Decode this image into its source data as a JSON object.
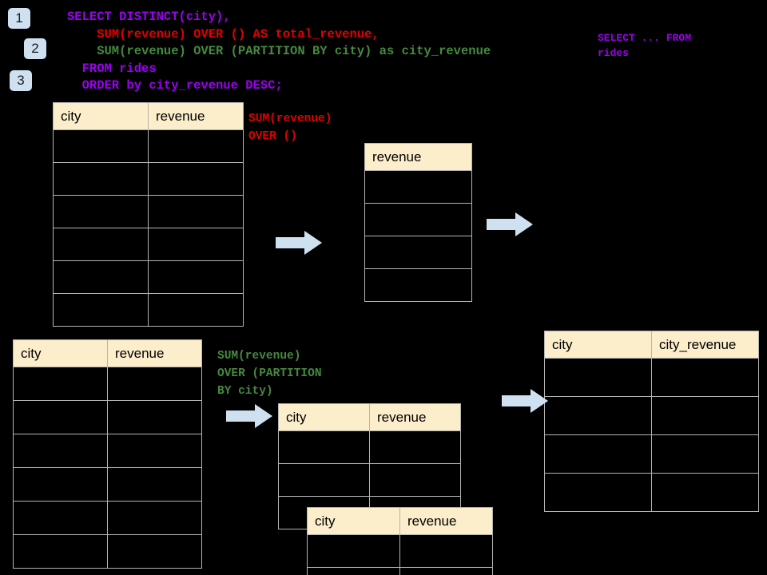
{
  "steps": [
    {
      "label": "1"
    },
    {
      "label": "2"
    },
    {
      "label": "3"
    }
  ],
  "sql": {
    "line1": "SELECT DISTINCT(city),",
    "line2": "    SUM(revenue) OVER () AS total_revenue,",
    "line3": "    SUM(revenue) OVER (PARTITION BY city) as city_revenue",
    "line4": "  FROM rides",
    "line5": "  ORDER by city_revenue DESC;",
    "aside": "SELECT ... FROM\nrides",
    "colors": {
      "keyword": "#9b00f0",
      "total_revenue": "#e00000",
      "city_revenue": "#46893f"
    }
  },
  "annotations": {
    "total_revenue": "SUM(revenue)\nOVER ()",
    "city_revenue": "SUM(revenue)\nOVER (PARTITION\nBY city)"
  },
  "tables": {
    "source_top": {
      "name": "rides-source-table-top",
      "headers": [
        "city",
        "revenue"
      ],
      "row_count": 6,
      "rows": [
        [
          "",
          ""
        ],
        [
          "",
          ""
        ],
        [
          "",
          ""
        ],
        [
          "",
          ""
        ],
        [
          "",
          ""
        ],
        [
          "",
          ""
        ]
      ]
    },
    "total_revenue": {
      "name": "total-revenue-table",
      "headers": [
        "revenue"
      ],
      "row_count": 4,
      "rows": [
        [
          ""
        ],
        [
          ""
        ],
        [
          ""
        ],
        [
          ""
        ]
      ]
    },
    "source_bottom": {
      "name": "rides-source-table-bottom",
      "headers": [
        "city",
        "revenue"
      ],
      "row_count": 6,
      "rows": [
        [
          "",
          ""
        ],
        [
          "",
          ""
        ],
        [
          "",
          ""
        ],
        [
          "",
          ""
        ],
        [
          "",
          ""
        ],
        [
          "",
          ""
        ]
      ]
    },
    "partition_back": {
      "name": "partition-group-table-back",
      "headers": [
        "city",
        "revenue"
      ],
      "row_count": 3,
      "rows": [
        [
          "",
          ""
        ],
        [
          "",
          ""
        ],
        [
          "",
          ""
        ]
      ]
    },
    "partition_front": {
      "name": "partition-group-table-front",
      "headers": [
        "city",
        "revenue"
      ],
      "row_count": 2,
      "rows": [
        [
          "",
          ""
        ],
        [
          "",
          ""
        ]
      ]
    },
    "result": {
      "name": "final-result-table",
      "headers": [
        "city",
        "city_revenue"
      ],
      "row_count": 4,
      "rows": [
        [
          "",
          ""
        ],
        [
          "",
          ""
        ],
        [
          "",
          ""
        ],
        [
          "",
          ""
        ]
      ]
    }
  },
  "arrows": {
    "fill": "#cfe0f0",
    "count": 4
  },
  "theme": {
    "background": "#000000",
    "header_fill": "#fcedcb",
    "grid_line": "#b4b4b4",
    "badge_fill": "#cfe0f0"
  }
}
